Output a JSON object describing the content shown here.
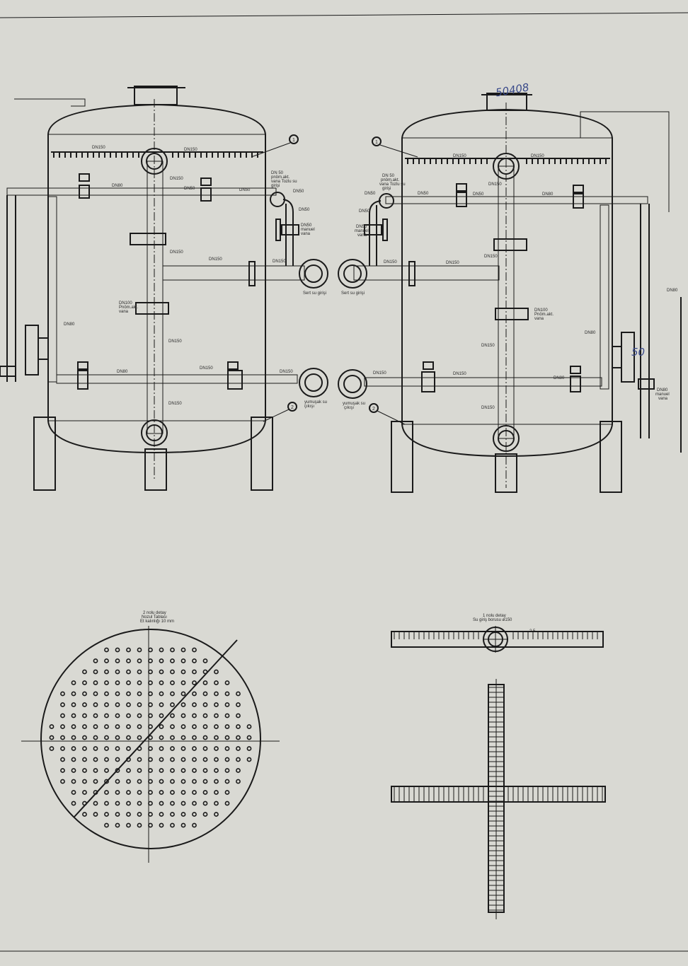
{
  "handwritten": {
    "top_number": "50408",
    "side_number": "50"
  },
  "callouts": {
    "one": "1",
    "two": "2"
  },
  "left_tank": {
    "dn150_top_a": "DN150",
    "dn150_top_b": "DN150",
    "dn150_riser": "DN150",
    "dn80_upper": "DN80",
    "dn50_upper_a": "DN50",
    "dn50_upper_b": "DN50",
    "pneumatic_valve_top": [
      "DN 50",
      "pnöm.akt.",
      "vana Tozlu su",
      "girişi"
    ],
    "dn50_elbow": "DN50",
    "dn50_down": "DN50",
    "manual_valve": [
      "DN50",
      "manuel",
      "vana"
    ],
    "dn150_mid": "DN150",
    "dn150_mid_b": "DN150",
    "dn150_center": "DN150",
    "pneumatic_valve_mid": [
      "DN100",
      "Pnöm.akt.",
      "vana"
    ],
    "dn80_side": "DN80",
    "dn150_lower": "DN150",
    "dn80_lower": "DN80",
    "dn150_lower_b": "DN150",
    "dn150_outlet": "DN150",
    "dn150_bottom": "DN150",
    "hard_water_inlet": "Sert su girişi",
    "soft_water_outlet": [
      "yumuşak su",
      "çıkışı"
    ]
  },
  "right_tank": {
    "dn150_top_a": "DN150",
    "dn150_top_b": "DN150",
    "dn150_riser": "DN150",
    "pneumatic_valve_top": [
      "DN 50",
      "pnöm.akt.",
      "vana Tozlu su",
      "girişi"
    ],
    "dn50_a": "DN50",
    "dn50_b": "DN50",
    "dn50_c": "DN50",
    "dn80_upper": "DN80",
    "manual_valve": [
      "DN50",
      "manuel",
      "vana"
    ],
    "dn150_mid": "DN150",
    "dn150_mid_b": "DN150",
    "pneumatic_valve_mid": [
      "DN100",
      "Pnöm.akt.",
      "vana"
    ],
    "dn80_side": "DN80",
    "dn150_lower": "DN150",
    "dn150_outlet": "DN150",
    "dn150_lower_b": "DN150",
    "dn80_lower": "DN80",
    "dn150_bottom": "DN150",
    "dn80_far": "DN80",
    "manual_valve_drain": [
      "DN80",
      "manuel",
      "vana"
    ],
    "hard_water_inlet": "Sert su girişi",
    "soft_water_outlet": [
      "yumuşak su",
      "çıkışı"
    ]
  },
  "detail_2": {
    "title": [
      "2 nolu detay",
      "Nozul Tablası",
      "Et kalınlığı 10 mm"
    ]
  },
  "detail_1": {
    "title": [
      "1 nolu detay",
      "Su giriş borusu ø150"
    ],
    "dim": "2.5"
  }
}
